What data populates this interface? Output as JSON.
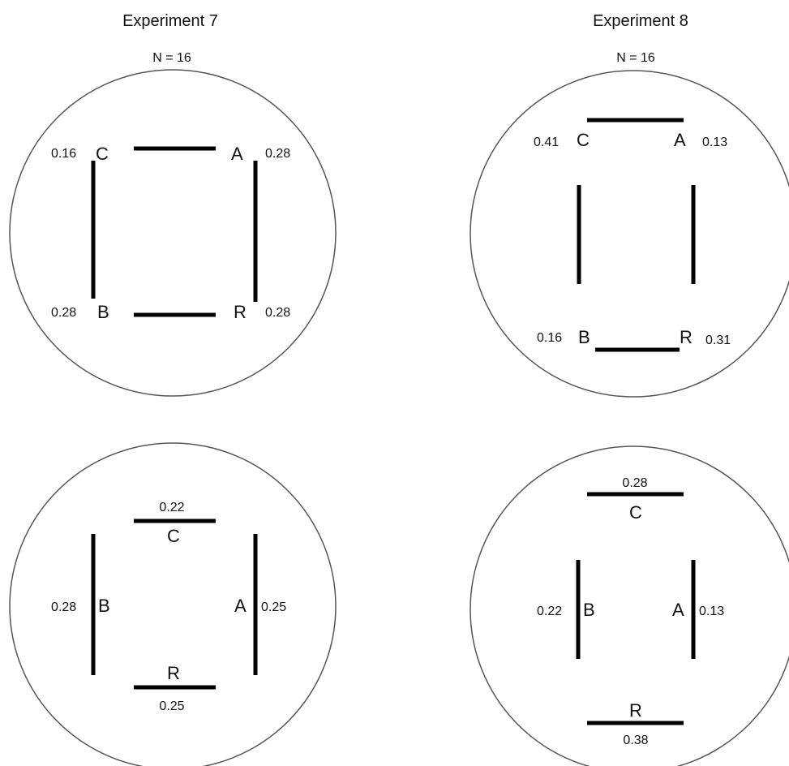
{
  "experiments": [
    {
      "title": "Experiment 7",
      "subtitle": "N = 16",
      "arenas": [
        {
          "labels": {
            "C": "C",
            "A": "A",
            "B": "B",
            "R": "R"
          },
          "values": {
            "C": "0.16",
            "A": "0.28",
            "B": "0.28",
            "R": "0.28"
          }
        },
        {
          "labels": {
            "C": "C",
            "A": "A",
            "B": "B",
            "R": "R"
          },
          "values": {
            "C": "0.22",
            "A": "0.25",
            "B": "0.28",
            "R": "0.25"
          }
        }
      ]
    },
    {
      "title": "Experiment  8",
      "subtitle": "N = 16",
      "arenas": [
        {
          "labels": {
            "C": "C",
            "A": "A",
            "B": "B",
            "R": "R"
          },
          "values": {
            "C": "0.41",
            "A": "0.13",
            "B": "0.16",
            "R": "0.31"
          }
        },
        {
          "labels": {
            "C": "C",
            "A": "A",
            "B": "B",
            "R": "R"
          },
          "values": {
            "C": "0.28",
            "A": "0.13",
            "B": "0.22",
            "R": "0.38"
          }
        }
      ]
    }
  ]
}
